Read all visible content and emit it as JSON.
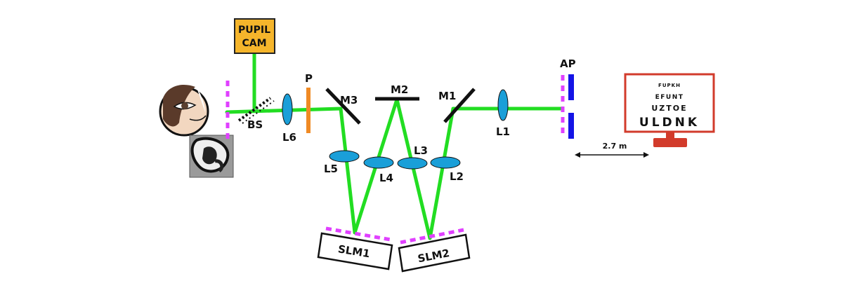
{
  "labels": {
    "pupil_cam_line1": "PUPIL",
    "pupil_cam_line2": "CAM",
    "bs": "BS",
    "l6": "L6",
    "p": "P",
    "m3": "M3",
    "m2": "M2",
    "m1": "M1",
    "l1": "L1",
    "ap": "AP",
    "l5": "L5",
    "l4": "L4",
    "l3": "L3",
    "l2": "L2",
    "slm1": "SLM1",
    "slm2": "SLM2",
    "distance": "2.7 m"
  },
  "eye_chart": {
    "rows": [
      "FUPKH",
      "EFUNT",
      "UZTOE",
      "ULDNK"
    ]
  },
  "colors": {
    "beam": "#22dd22",
    "lens": "#1a9fd8",
    "polarizer": "#f08a24",
    "pupil_cam_box": "#f5b52b",
    "aperture": "#1414e6",
    "mask_dashes": "#e040ff",
    "monitor": "#d23b2b"
  }
}
